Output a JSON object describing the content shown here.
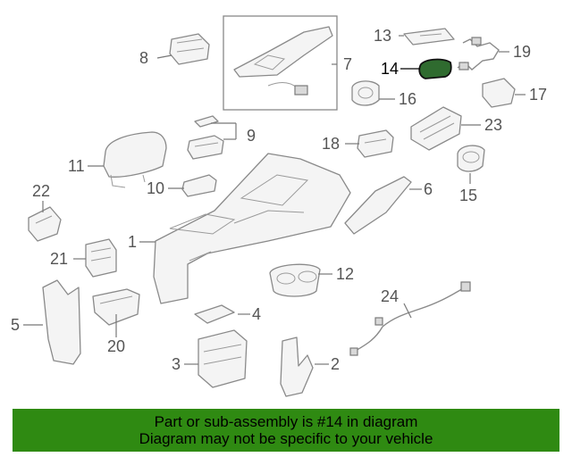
{
  "callouts": [
    {
      "id": "1",
      "label": "1"
    },
    {
      "id": "2",
      "label": "2"
    },
    {
      "id": "3",
      "label": "3"
    },
    {
      "id": "4",
      "label": "4"
    },
    {
      "id": "5",
      "label": "5"
    },
    {
      "id": "6",
      "label": "6"
    },
    {
      "id": "7",
      "label": "7"
    },
    {
      "id": "8",
      "label": "8"
    },
    {
      "id": "9",
      "label": "9"
    },
    {
      "id": "10",
      "label": "10"
    },
    {
      "id": "11",
      "label": "11"
    },
    {
      "id": "12",
      "label": "12"
    },
    {
      "id": "13",
      "label": "13"
    },
    {
      "id": "14",
      "label": "14"
    },
    {
      "id": "15",
      "label": "15"
    },
    {
      "id": "16",
      "label": "16"
    },
    {
      "id": "17",
      "label": "17"
    },
    {
      "id": "18",
      "label": "18"
    },
    {
      "id": "19",
      "label": "19"
    },
    {
      "id": "20",
      "label": "20"
    },
    {
      "id": "21",
      "label": "21"
    },
    {
      "id": "22",
      "label": "22"
    },
    {
      "id": "23",
      "label": "23"
    },
    {
      "id": "24",
      "label": "24"
    }
  ],
  "highlighted_part": "14",
  "banner": {
    "line1": "Part or sub-assembly is #14 in diagram",
    "line2": "Diagram may not be specific to your vehicle",
    "color": "#2f8a12"
  },
  "colors": {
    "highlight_fill": "#2f6b2f",
    "line": "#8a8a8a"
  }
}
